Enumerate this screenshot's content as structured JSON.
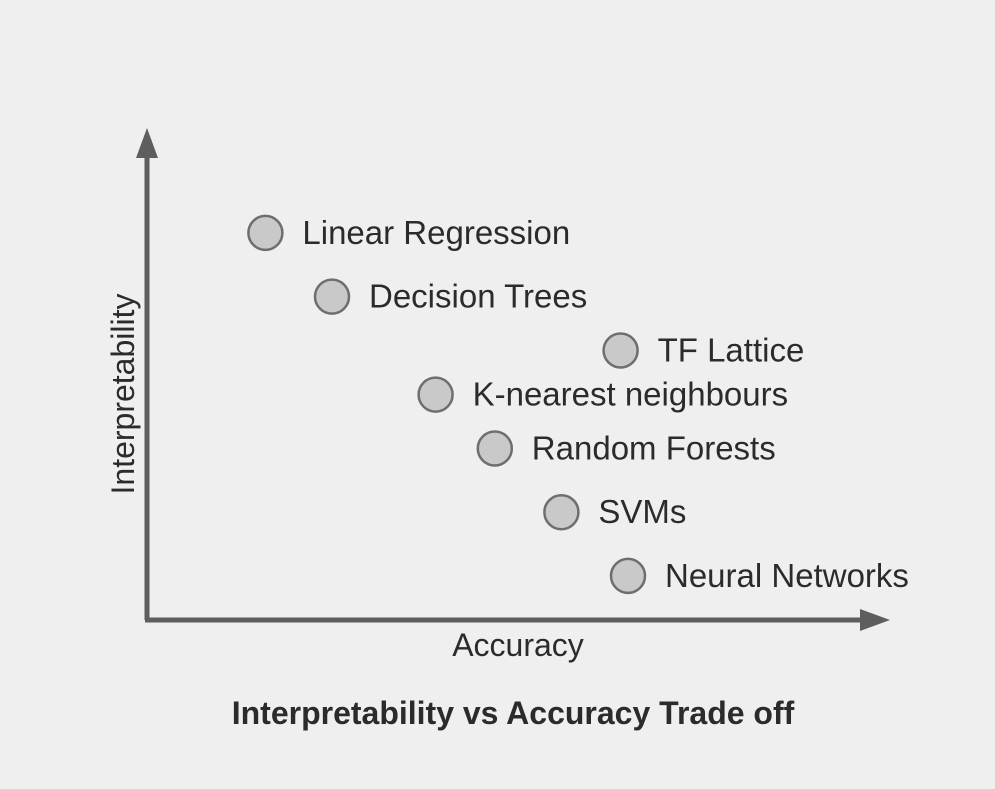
{
  "chart_data": {
    "type": "scatter",
    "title": "Interpretability vs Accuracy Trade off",
    "xlabel": "Accuracy",
    "ylabel": "Interpretability",
    "xlim": [
      0,
      100
    ],
    "ylim": [
      0,
      100
    ],
    "grid": false,
    "legend": "none",
    "marker_color": "#c9c9c9",
    "marker_edge_color": "#6e6e6e",
    "axis_color": "#5e5e5e",
    "points": [
      {
        "label": "Linear Regression",
        "x": 16,
        "y": 79
      },
      {
        "label": "Decision Trees",
        "x": 25,
        "y": 66
      },
      {
        "label": "TF Lattice",
        "x": 64,
        "y": 55
      },
      {
        "label": "K-nearest neighbours",
        "x": 39,
        "y": 46
      },
      {
        "label": "Random Forests",
        "x": 47,
        "y": 35
      },
      {
        "label": "SVMs",
        "x": 56,
        "y": 22
      },
      {
        "label": "Neural Networks",
        "x": 65,
        "y": 9
      }
    ]
  }
}
